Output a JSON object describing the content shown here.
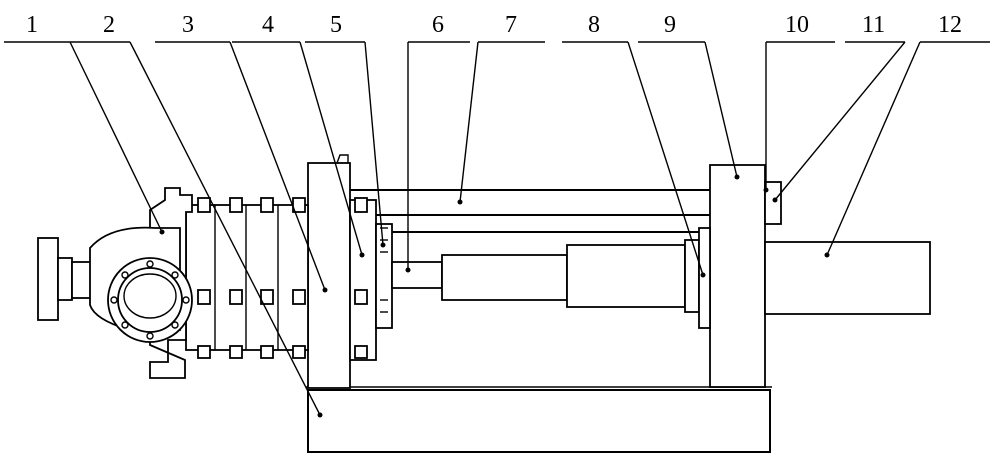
{
  "callouts": [
    {
      "id": "part-1",
      "number": "1"
    },
    {
      "id": "part-2",
      "number": "2"
    },
    {
      "id": "part-3",
      "number": "3"
    },
    {
      "id": "part-4",
      "number": "4"
    },
    {
      "id": "part-5",
      "number": "5"
    },
    {
      "id": "part-6",
      "number": "6"
    },
    {
      "id": "part-7",
      "number": "7"
    },
    {
      "id": "part-8",
      "number": "8"
    },
    {
      "id": "part-9",
      "number": "9"
    },
    {
      "id": "part-10",
      "number": "10"
    },
    {
      "id": "part-11",
      "number": "11"
    },
    {
      "id": "part-12",
      "number": "12"
    }
  ],
  "colors": {
    "ink": "#000000",
    "paper": "#ffffff"
  }
}
